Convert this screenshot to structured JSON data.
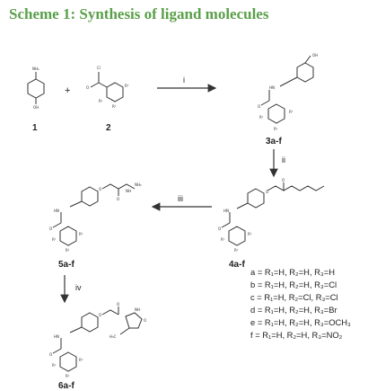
{
  "title": "Scheme 1: Synthesis of ligand molecules",
  "compounds": {
    "c1": "1",
    "c2": "2",
    "c3": "3a-f",
    "c4": "4a-f",
    "c5": "5a-f",
    "c6": "6a-f"
  },
  "steps": {
    "i": "i",
    "ii": "ii",
    "iii": "iii",
    "iv": "iv"
  },
  "plus": "+",
  "atoms": {
    "nh2": "NH₂",
    "oh": "OH",
    "cl": "Cl",
    "o": "O",
    "hn": "HN",
    "nh": "NH",
    "r1": "R¹",
    "r2": "R²",
    "r3": "R³",
    "h3c": "H₃C"
  },
  "substituents": [
    "a = R₁=H, R₂=H, R₃=H",
    "b = R₁=H, R₂=H, R₃=Cl",
    "c = R₁=H, R₂=Cl, R₃=Cl",
    "d = R₁=H, R₂=H, R₃=Br",
    "e = R₁=H, R₂=H, R₃=OCH₃",
    "f = R₁=H, R₂=H, R₃=NO₂"
  ]
}
